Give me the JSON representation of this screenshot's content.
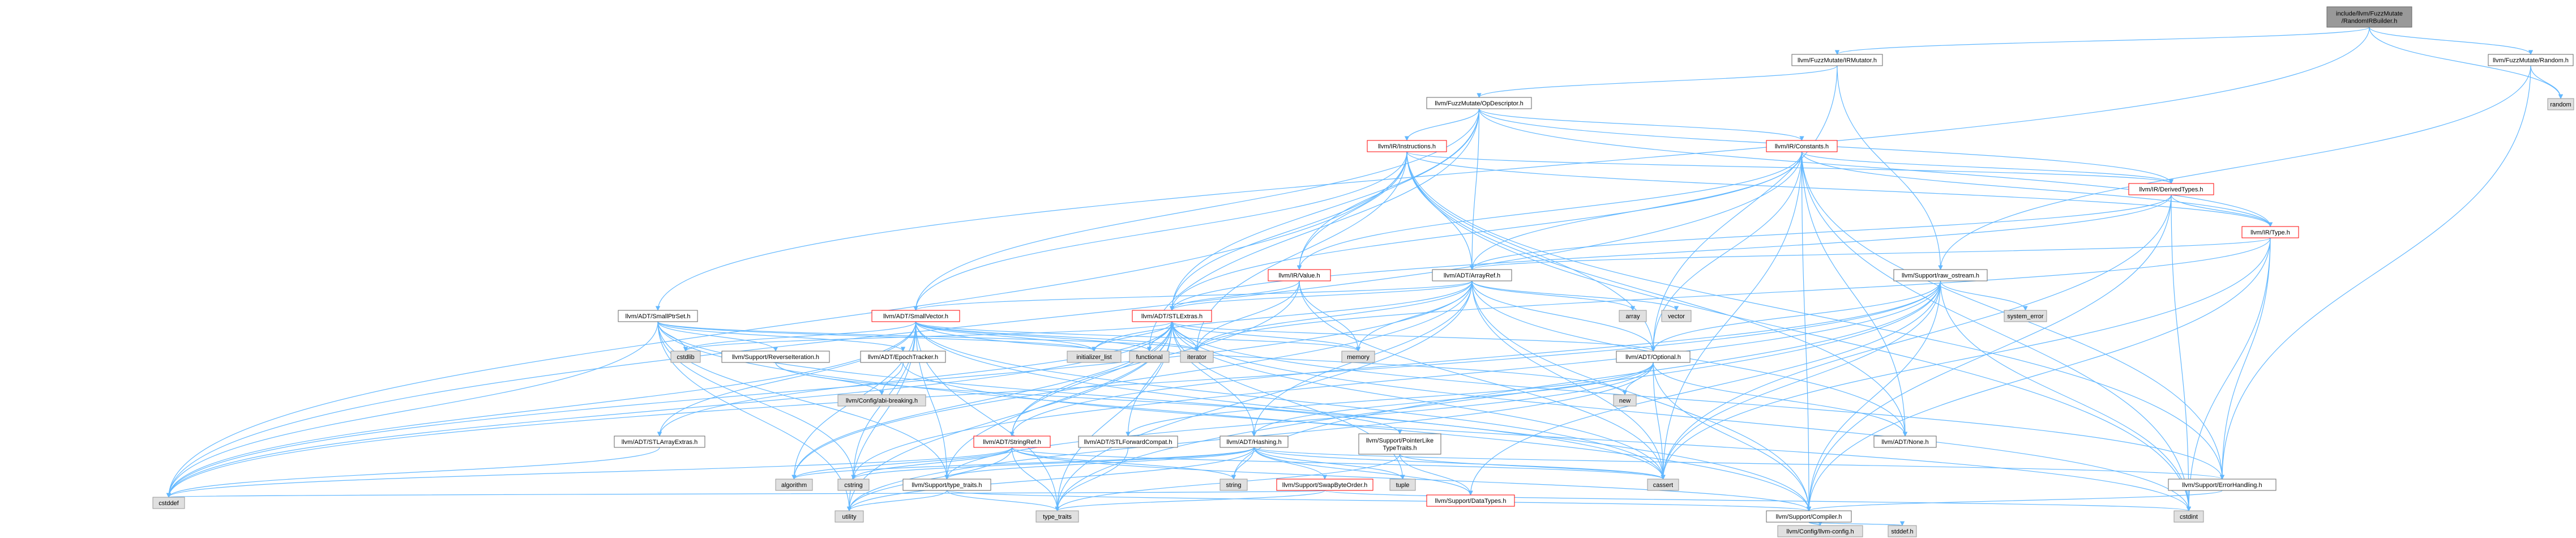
{
  "colors": {
    "edge": "#63b8ff",
    "node_fill": "#ffffff",
    "node_border": "#666666",
    "root_fill": "#999999",
    "root_border": "#666666",
    "missing_fill": "#e0e0e0",
    "missing_border": "#999999",
    "truncated_border": "#ff0000"
  },
  "nodes": [
    {
      "id": "root",
      "label": "include/llvm/FuzzMutate\n/RandomIRBuilder.h",
      "kind": "root"
    },
    {
      "id": "irmutator",
      "label": "llvm/FuzzMutate/IRMutator.h",
      "kind": "file"
    },
    {
      "id": "random_h",
      "label": "llvm/FuzzMutate/Random.h",
      "kind": "file"
    },
    {
      "id": "random",
      "label": "random",
      "kind": "system"
    },
    {
      "id": "opdesc",
      "label": "llvm/FuzzMutate/OpDescriptor.h",
      "kind": "file"
    },
    {
      "id": "smallptrset",
      "label": "llvm/ADT/SmallPtrSet.h",
      "kind": "file"
    },
    {
      "id": "instructions",
      "label": "llvm/IR/Instructions.h",
      "kind": "truncated"
    },
    {
      "id": "constants",
      "label": "llvm/IR/Constants.h",
      "kind": "truncated"
    },
    {
      "id": "derivedtypes",
      "label": "llvm/IR/DerivedTypes.h",
      "kind": "truncated"
    },
    {
      "id": "type_h",
      "label": "llvm/IR/Type.h",
      "kind": "truncated"
    },
    {
      "id": "value_h",
      "label": "llvm/IR/Value.h",
      "kind": "truncated"
    },
    {
      "id": "arrayref",
      "label": "llvm/ADT/ArrayRef.h",
      "kind": "file"
    },
    {
      "id": "raw_ostream",
      "label": "llvm/Support/raw_ostream.h",
      "kind": "file"
    },
    {
      "id": "smallvector",
      "label": "llvm/ADT/SmallVector.h",
      "kind": "truncated"
    },
    {
      "id": "stlextras",
      "label": "llvm/ADT/STLExtras.h",
      "kind": "truncated"
    },
    {
      "id": "array",
      "label": "array",
      "kind": "system"
    },
    {
      "id": "vector",
      "label": "vector",
      "kind": "system"
    },
    {
      "id": "system_error",
      "label": "system_error",
      "kind": "system"
    },
    {
      "id": "cstdlib",
      "label": "cstdlib",
      "kind": "system"
    },
    {
      "id": "initializer_list",
      "label": "initializer_list",
      "kind": "system"
    },
    {
      "id": "functional",
      "label": "functional",
      "kind": "system"
    },
    {
      "id": "iterator",
      "label": "iterator",
      "kind": "system"
    },
    {
      "id": "memory",
      "label": "memory",
      "kind": "system"
    },
    {
      "id": "reverseiteration",
      "label": "llvm/Support/ReverseIteration.h",
      "kind": "file"
    },
    {
      "id": "epochtracker",
      "label": "llvm/ADT/EpochTracker.h",
      "kind": "file"
    },
    {
      "id": "optional",
      "label": "llvm/ADT/Optional.h",
      "kind": "file"
    },
    {
      "id": "abibreaking",
      "label": "llvm/Config/abi-breaking.h",
      "kind": "system"
    },
    {
      "id": "new",
      "label": "new",
      "kind": "system"
    },
    {
      "id": "stlarrayextras",
      "label": "llvm/ADT/STLArrayExtras.h",
      "kind": "file"
    },
    {
      "id": "stringref",
      "label": "llvm/ADT/StringRef.h",
      "kind": "truncated"
    },
    {
      "id": "stlforwardcompat",
      "label": "llvm/ADT/STLForwardCompat.h",
      "kind": "file"
    },
    {
      "id": "hashing",
      "label": "llvm/ADT/Hashing.h",
      "kind": "file"
    },
    {
      "id": "pointerliketypetraits",
      "label": "llvm/Support/PointerLike\nTypeTraits.h",
      "kind": "file"
    },
    {
      "id": "none_h",
      "label": "llvm/ADT/None.h",
      "kind": "file"
    },
    {
      "id": "algorithm",
      "label": "algorithm",
      "kind": "system"
    },
    {
      "id": "cstring",
      "label": "cstring",
      "kind": "system"
    },
    {
      "id": "support_typetraits",
      "label": "llvm/Support/type_traits.h",
      "kind": "file"
    },
    {
      "id": "string",
      "label": "string",
      "kind": "system"
    },
    {
      "id": "tuple",
      "label": "tuple",
      "kind": "system"
    },
    {
      "id": "swapbyteorder",
      "label": "llvm/Support/SwapByteOrder.h",
      "kind": "truncated"
    },
    {
      "id": "datatypes",
      "label": "llvm/Support/DataTypes.h",
      "kind": "truncated"
    },
    {
      "id": "cassert",
      "label": "cassert",
      "kind": "system"
    },
    {
      "id": "errorhandling",
      "label": "llvm/Support/ErrorHandling.h",
      "kind": "file"
    },
    {
      "id": "cstddef",
      "label": "cstddef",
      "kind": "system"
    },
    {
      "id": "utility",
      "label": "utility",
      "kind": "system"
    },
    {
      "id": "type_traits",
      "label": "type_traits",
      "kind": "system"
    },
    {
      "id": "compiler",
      "label": "llvm/Support/Compiler.h",
      "kind": "file"
    },
    {
      "id": "cstdint",
      "label": "cstdint",
      "kind": "system"
    },
    {
      "id": "llvmconfig",
      "label": "llvm/Config/llvm-config.h",
      "kind": "system"
    },
    {
      "id": "stddef",
      "label": "stddef.h",
      "kind": "system"
    }
  ]
}
